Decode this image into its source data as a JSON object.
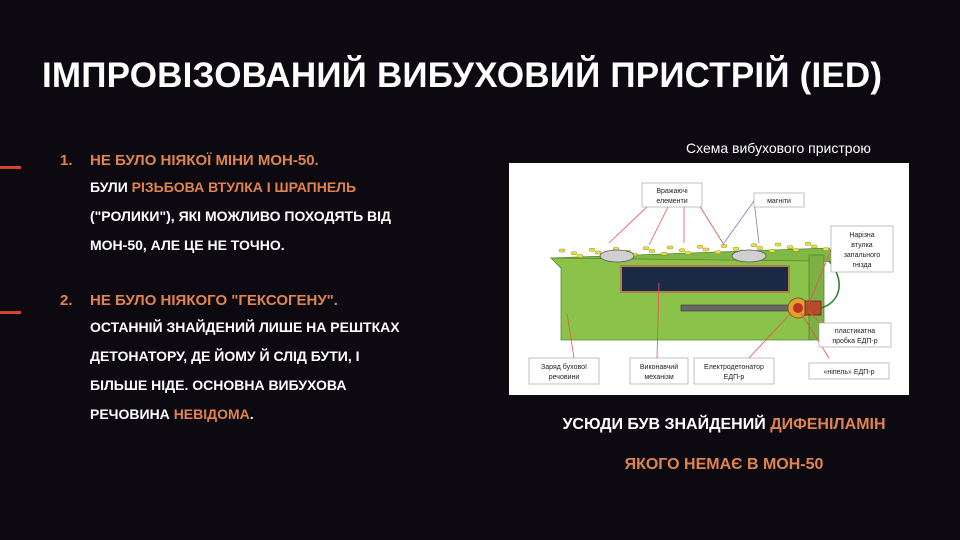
{
  "title": "ІМПРОВІЗОВАНИЙ ВИБУХОВИЙ ПРИСТРІЙ (IED)",
  "items": [
    {
      "number": "1.",
      "heading": "НЕ БУЛО НІЯКОЇ МІНИ МОН-50.",
      "line1_prefix": "БУЛИ ",
      "line1_highlight": "РІЗЬБОВА ВТУЛКА І ШРАПНЕЛЬ",
      "line2": "(\"РОЛИКИ\"), ЯКІ МОЖЛИВО ПОХОДЯТЬ ВІД",
      "line3": "МОН-50, АЛЕ ЦЕ НЕ ТОЧНО."
    },
    {
      "number": "2.",
      "heading": "НЕ БУЛО НІЯКОГО \"ГЕКСОГЕНУ\".",
      "line1": "ОСТАННІЙ ЗНАЙДЕНИЙ ЛИШЕ НА РЕШТКАХ",
      "line2": "ДЕТОНАТОРУ, ДЕ ЙОМУ Й СЛІД БУТИ, І",
      "line3": "БІЛЬШЕ НІДЕ. ОСНОВНА ВИБУХОВА",
      "line4_prefix": "РЕЧОВИНА ",
      "line4_highlight": "НЕВІДОМА",
      "line4_suffix": "."
    }
  ],
  "diagram": {
    "caption": "Схема вибухового пристрою",
    "labels": {
      "elements_1": "Вражаючі",
      "elements_2": "елементи",
      "magnets": "магніти",
      "bushing_1": "Нарізна",
      "bushing_2": "втулка",
      "bushing_3": "запального",
      "bushing_4": "гнізда",
      "plug_1": "пластикатна",
      "plug_2": "пробка ЕДП-р",
      "charge_1": "Заряд бухової",
      "charge_2": "речовини",
      "mechanism_1": "Виконавчий",
      "mechanism_2": "механізм",
      "detonator_1": "Електродетонатор",
      "detonator_2": "ЕДП-р",
      "nipple": "«ніпель» ЕДП-р"
    },
    "colors": {
      "body": "#8bc34a",
      "body_top": "#7fb844",
      "chamber": "#1c2b45",
      "pointer_red": "#e85050",
      "pointer_blue": "#7088b0",
      "pellet": "#e8e04a"
    }
  },
  "summary": {
    "line1_prefix": "УСЮДИ БУВ ЗНАЙДЕНИЙ ",
    "line1_highlight": "ДИФЕНІЛАМІН",
    "line2": "ЯКОГО НЕМАЄ В МОН-50"
  }
}
